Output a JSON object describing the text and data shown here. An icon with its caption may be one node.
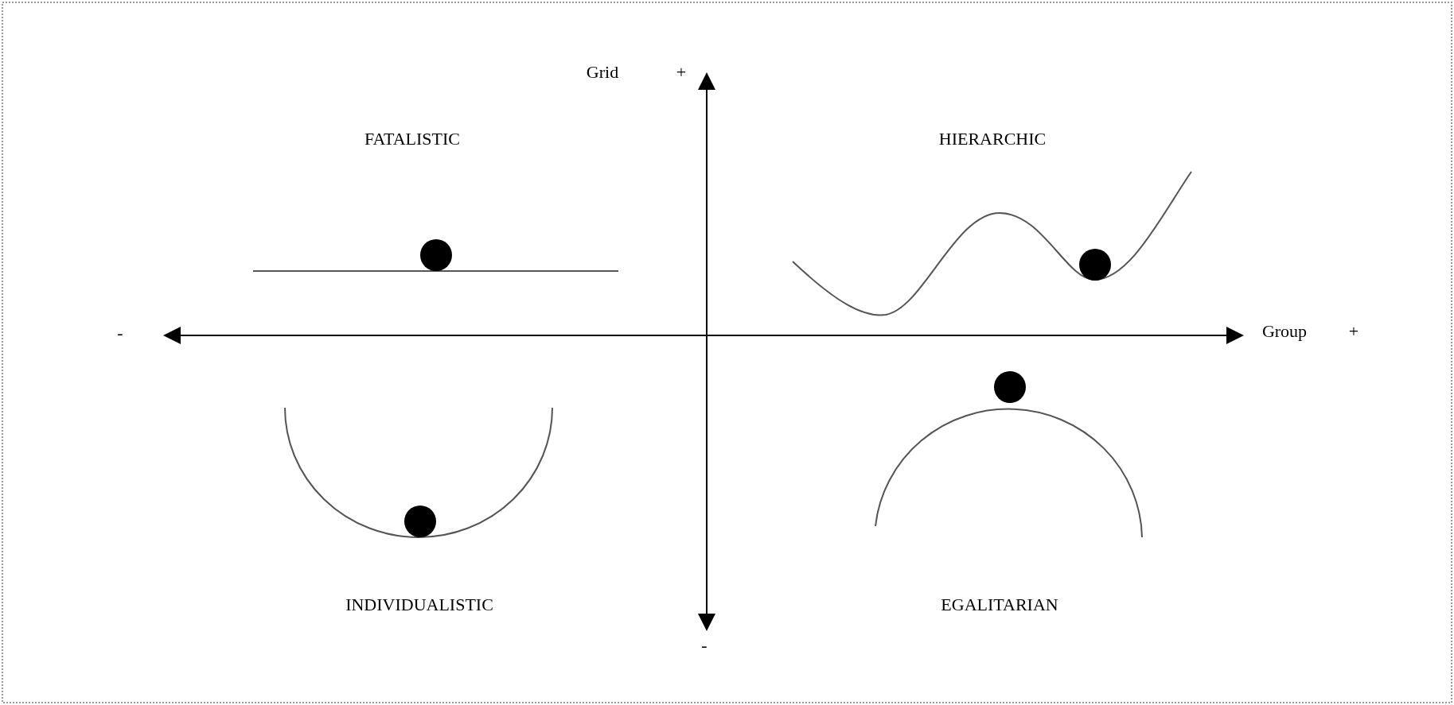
{
  "diagram": {
    "labels": [
      "Grid",
      "+",
      "FATALISTIC",
      "HIERARCHIC",
      "-",
      "Group",
      "+",
      "INDIVIDUALISTIC",
      "EGALITARIAN",
      "-"
    ]
  }
}
